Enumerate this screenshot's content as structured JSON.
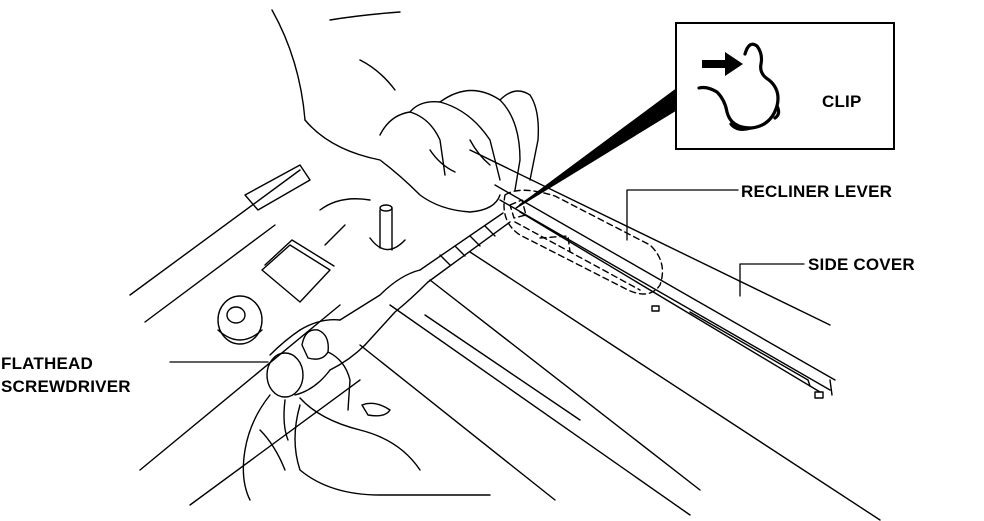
{
  "labels": {
    "clip": "CLIP",
    "recliner_lever": "RECLINER LEVER",
    "side_cover": "SIDE COVER",
    "screwdriver_line1": "FLATHEAD",
    "screwdriver_line2": "SCREWDRIVER"
  },
  "inset": {
    "arrow_icon": "right-arrow-icon",
    "clip_icon": "hair-pin-clip-icon"
  },
  "colors": {
    "ink": "#000000",
    "paper": "#ffffff"
  }
}
